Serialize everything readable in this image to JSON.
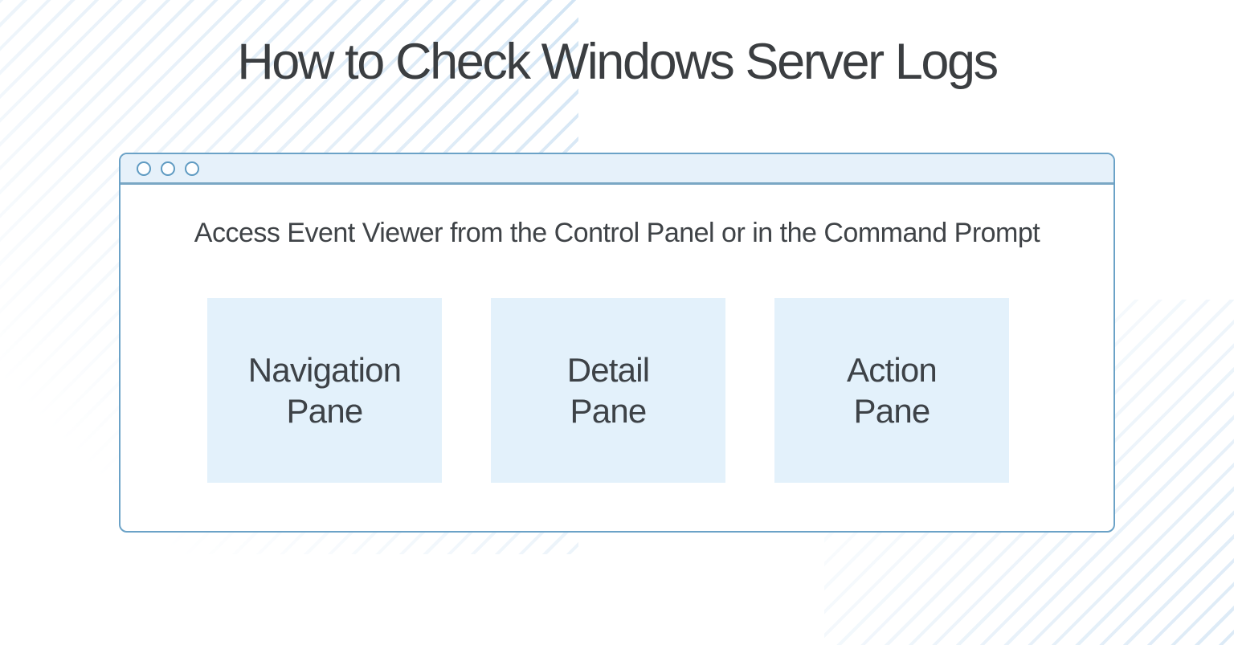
{
  "page": {
    "title": "How to Check Windows Server Logs"
  },
  "window": {
    "subtitle": "Access Event Viewer from the Control Panel or in the Command Prompt",
    "titlebar": {
      "control_dot_icons": [
        "window-control-dot",
        "window-control-dot",
        "window-control-dot"
      ]
    },
    "panes": [
      {
        "label": "Navigation Pane",
        "lines": [
          "Navigation",
          "Pane"
        ]
      },
      {
        "label": "Detail Pane",
        "lines": [
          "Detail",
          "Pane"
        ]
      },
      {
        "label": "Action Pane",
        "lines": [
          "Action",
          "Pane"
        ]
      }
    ]
  },
  "colors": {
    "page_background": "#FFFFFF",
    "window_border": "#6BA2C7",
    "titlebar_background": "#E6F1FA",
    "titlebar_separator": "#7AA7C4",
    "dot_stroke": "#5F9BC2",
    "pane_background": "#E3F1FB",
    "heading_text": "#3B3E41",
    "body_text": "#3F4347",
    "stripe_accent": "#CBE1F2"
  }
}
